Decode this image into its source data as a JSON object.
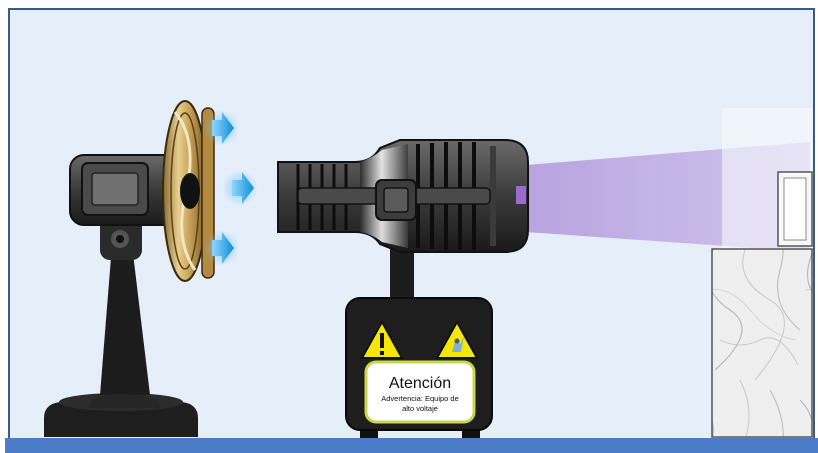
{
  "sign": {
    "title": "Atención",
    "line1": "Advertencia: Equipo de",
    "line2": "alto voltaje"
  },
  "colors": {
    "background": "#E6EEF9",
    "frame": "#3C5A86",
    "floor": "#4A7CC7",
    "beam": "#B89BE0",
    "warning_yellow": "#F5E60A",
    "sign_border": "#C8D84A",
    "device_body": "#1E1E1E",
    "fan_gold": "#C9A25A",
    "air_arrow": "#1FA3E8"
  },
  "icons": {
    "fan": "desk-fan-icon",
    "arrows": "air-flow-arrow-icon",
    "warning_left": "exclamation-warning-icon",
    "warning_right": "electric-hazard-warning-icon"
  }
}
